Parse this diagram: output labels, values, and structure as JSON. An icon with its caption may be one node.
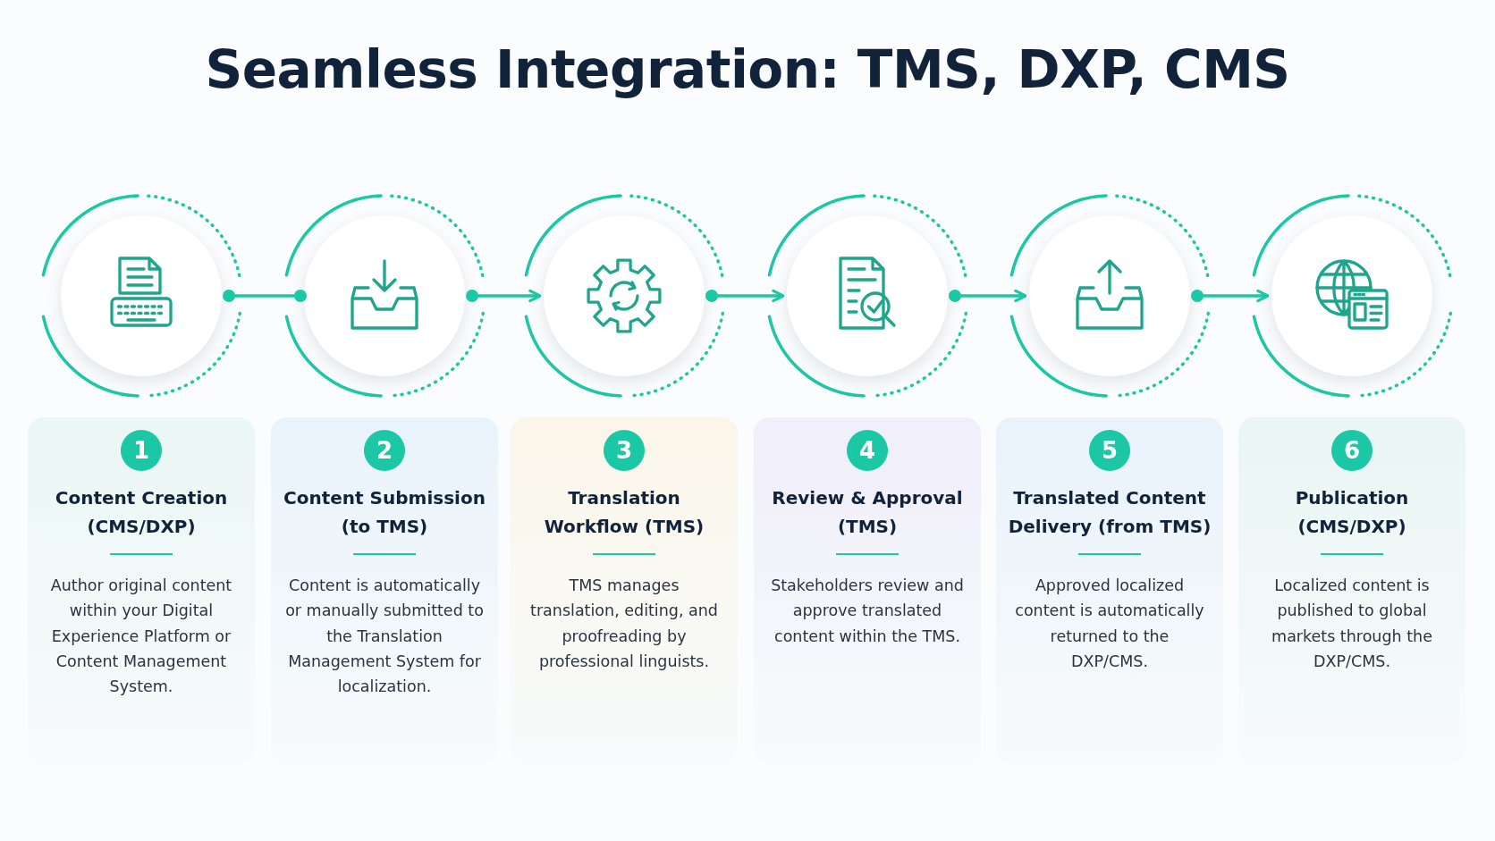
{
  "diagram": {
    "title": "Seamless Integration: TMS, DXP, CMS",
    "nodes": [
      {
        "text": [],
        "shape": "circle"
      },
      {
        "text": [],
        "shape": "circle"
      },
      {
        "text": [],
        "shape": "circle"
      },
      {
        "text": [],
        "shape": "circle"
      },
      {
        "text": [],
        "shape": "circle"
      },
      {
        "text": [],
        "shape": "circle"
      },
      {
        "text": [
          "1",
          "Content Creation (CMS/DXP)",
          "Author original content within your Digital Experience Platform or Content Management System."
        ]
      },
      {
        "text": [
          "2",
          "Content Submission (to TMS)",
          "Content is automatically or manually submitted to the Translation Management System for localization."
        ]
      },
      {
        "text": [
          "3",
          "Translation Workflow (TMS)",
          "TMS manages translation, editing, and proofreading by professional linguists."
        ]
      },
      {
        "text": [
          "4",
          "Review & Approval (TMS)",
          "Stakeholders review and approve translated content within the TMS."
        ]
      },
      {
        "text": [
          "5",
          "Translated Content Delivery (from TMS)",
          "Approved localized content is automatically returned to the DXP/CMS."
        ]
      },
      {
        "text": [
          "6",
          "Publication (CMS/DXP)",
          "Localized content is published to global markets through the DXP/CMS."
        ]
      }
    ],
    "edges": [
      {
        "from": 0,
        "to": 1,
        "arrow": "other"
      },
      {
        "from": 1,
        "to": 2,
        "arrow": "to"
      },
      {
        "from": 2,
        "to": 3,
        "arrow": "to"
      },
      {
        "from": 3,
        "to": 4,
        "arrow": "to"
      },
      {
        "from": 4,
        "to": 5,
        "arrow": "to"
      }
    ]
  }
}
